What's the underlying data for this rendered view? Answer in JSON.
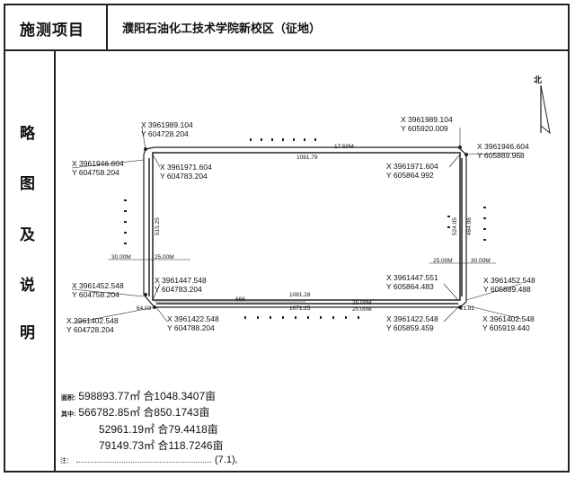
{
  "header": {
    "label": "施测项目",
    "value": "濮阳石油化工技术学院新校区（征地）"
  },
  "side_label": [
    "略",
    "图",
    "及",
    "说",
    "明"
  ],
  "north_label": "北",
  "coordinates": [
    {
      "x": "X 3961989.104",
      "y": "Y 604728.204"
    },
    {
      "x": "X 3961946.604",
      "y": "Y 604758.204"
    },
    {
      "x": "X 3961971.604",
      "y": "Y 604783.204"
    },
    {
      "x": "X 3961989.104",
      "y": "Y 605920.009"
    },
    {
      "x": "X 3961946.604",
      "y": "Y 605889.968"
    },
    {
      "x": "X 3961971.604",
      "y": "Y 605864.992"
    },
    {
      "x": "X 3961452.548",
      "y": "Y 604758.204"
    },
    {
      "x": "X 3961447.548",
      "y": "Y 604783.204"
    },
    {
      "x": "X 3961402.548",
      "y": "Y 604728.204"
    },
    {
      "x": "X 3961422.548",
      "y": "Y 604788.204"
    },
    {
      "x": "X 3961447.551",
      "y": "Y 605864.483"
    },
    {
      "x": "X 3961452.548",
      "y": "Y 605889.488"
    },
    {
      "x": "X 3961422.548",
      "y": "Y 605859.459"
    },
    {
      "x": "X 3961402.548",
      "y": "Y 605919.440"
    }
  ],
  "dimensions": {
    "top_inner": "1081.79",
    "top_outer": "17.50M",
    "bottom_inner": "1081.28",
    "bottom_outer": "1071.25",
    "bottom_right_a": "25.00M",
    "bottom_right_b": "20.00M",
    "left_vertical": "515.25",
    "right_vertical": "524.05",
    "right_outer": "464.06",
    "left_mid_a": "30.00M",
    "left_mid_b": "25.00M",
    "right_mid_a": "25.00M",
    "right_mid_b": "30.00M",
    "bottom_small": "666",
    "corner_bl": "64.03",
    "corner_br": "21.81"
  },
  "areas": [
    {
      "label": "面积:",
      "value": "598893.77㎡",
      "extra": "合1048.3407亩"
    },
    {
      "label": "其中:",
      "value": "566782.85㎡",
      "extra": "合850.1743亩"
    },
    {
      "label": "",
      "value": "52961.19㎡",
      "extra": "合79.4418亩"
    },
    {
      "label": "",
      "value": "79149.73㎡",
      "extra": "合118.7246亩"
    }
  ],
  "note": {
    "prefix": "注：",
    "highlight": "(7.1)",
    "suffix": "。"
  }
}
